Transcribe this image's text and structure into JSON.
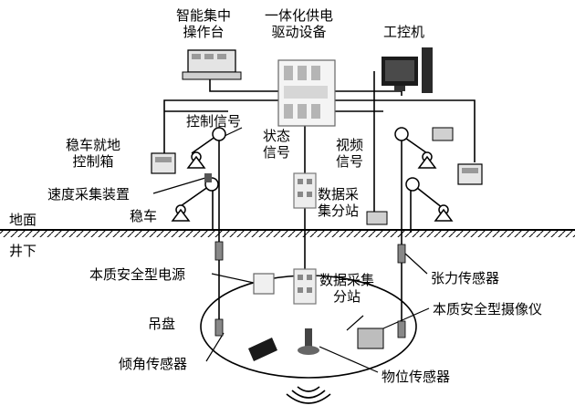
{
  "labels": {
    "console": [
      "智能集中",
      "操作台"
    ],
    "power_drive": [
      "一体化供电",
      "驱动设备"
    ],
    "ipc": "工控机",
    "control_signal": "控制信号",
    "status_signal": [
      "状态",
      "信号"
    ],
    "video_signal": [
      "视频",
      "信号"
    ],
    "local_control_box": [
      "稳车就地",
      "控制箱"
    ],
    "speed_device": "速度采集装置",
    "winch": "稳车",
    "ground": "地面",
    "underground": "井下",
    "data_station_top": [
      "数据采",
      "集分站"
    ],
    "intrinsic_power": "本质安全型电源",
    "data_station_bottom": [
      "数据采集",
      "分站"
    ],
    "hanging_scaffold": "吊盘",
    "tension_sensor": "张力传感器",
    "intrinsic_camera": "本质安全型摄像仪",
    "tilt_sensor": "倾角传感器",
    "level_sensor": "物位传感器"
  }
}
